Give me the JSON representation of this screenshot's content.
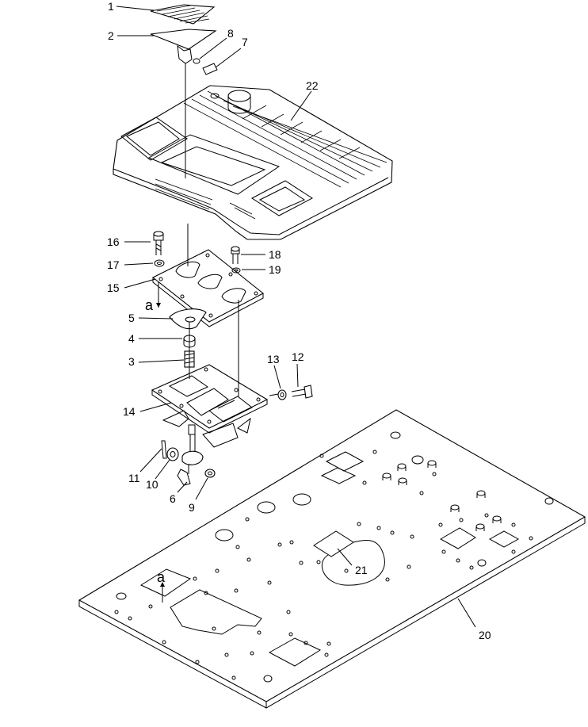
{
  "diagram": {
    "callouts": [
      "1",
      "2",
      "3",
      "4",
      "5",
      "6",
      "7",
      "8",
      "9",
      "10",
      "11",
      "12",
      "13",
      "14",
      "15",
      "16",
      "17",
      "18",
      "19",
      "20",
      "21",
      "22"
    ],
    "view_marker": "a"
  }
}
